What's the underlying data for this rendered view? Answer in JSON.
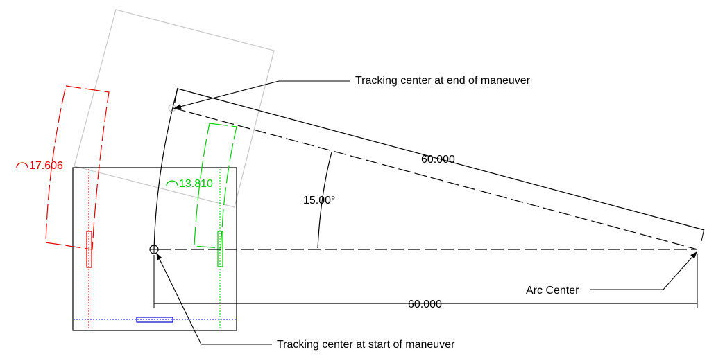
{
  "colors": {
    "line": "#000000",
    "ghost": "#c8c8c8",
    "red": "#e00000",
    "green": "#00cc00",
    "blue": "#0000cc",
    "background": "#ffffff"
  },
  "dimensions": {
    "radius_top": "60.000",
    "radius_bottom": "60.000",
    "angle": "15.00°",
    "arc_red": "17.606",
    "arc_green": "13.810"
  },
  "annotations": {
    "end": "Tracking center at end of maneuver",
    "start": "Tracking center at start of maneuver",
    "arc_center": "Arc Center"
  }
}
